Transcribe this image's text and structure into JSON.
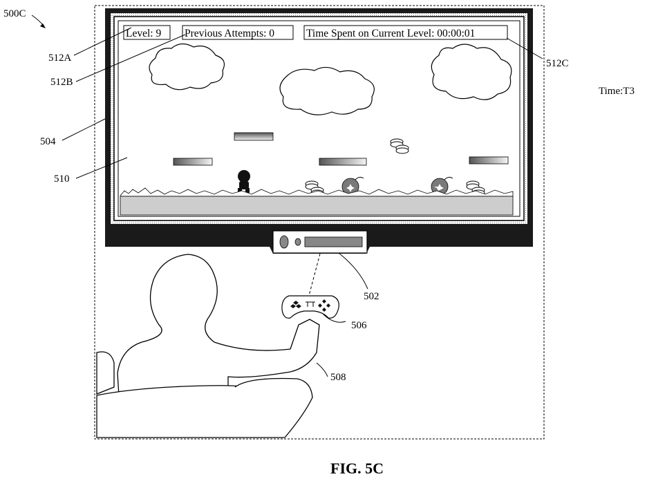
{
  "figure_id": "500C",
  "caption": "FIG. 5C",
  "time_label": "Time:T3",
  "hud": {
    "level": "Level: 9",
    "previous_attempts": "Previous Attempts: 0",
    "time_spent": "Time Spent on Current Level: 00:00:01"
  },
  "labels": {
    "console": "502",
    "display": "504",
    "controller": "506",
    "user": "508",
    "game_scene": "510",
    "level_indicator": "512A",
    "attempts_indicator": "512B",
    "time_indicator": "512C"
  },
  "colors": {
    "line": "#000000",
    "tv_frame": "#1a1a1a",
    "sky": "#ffffff",
    "ground": "#cfcfcf",
    "bomb": "#7a7a7a"
  }
}
